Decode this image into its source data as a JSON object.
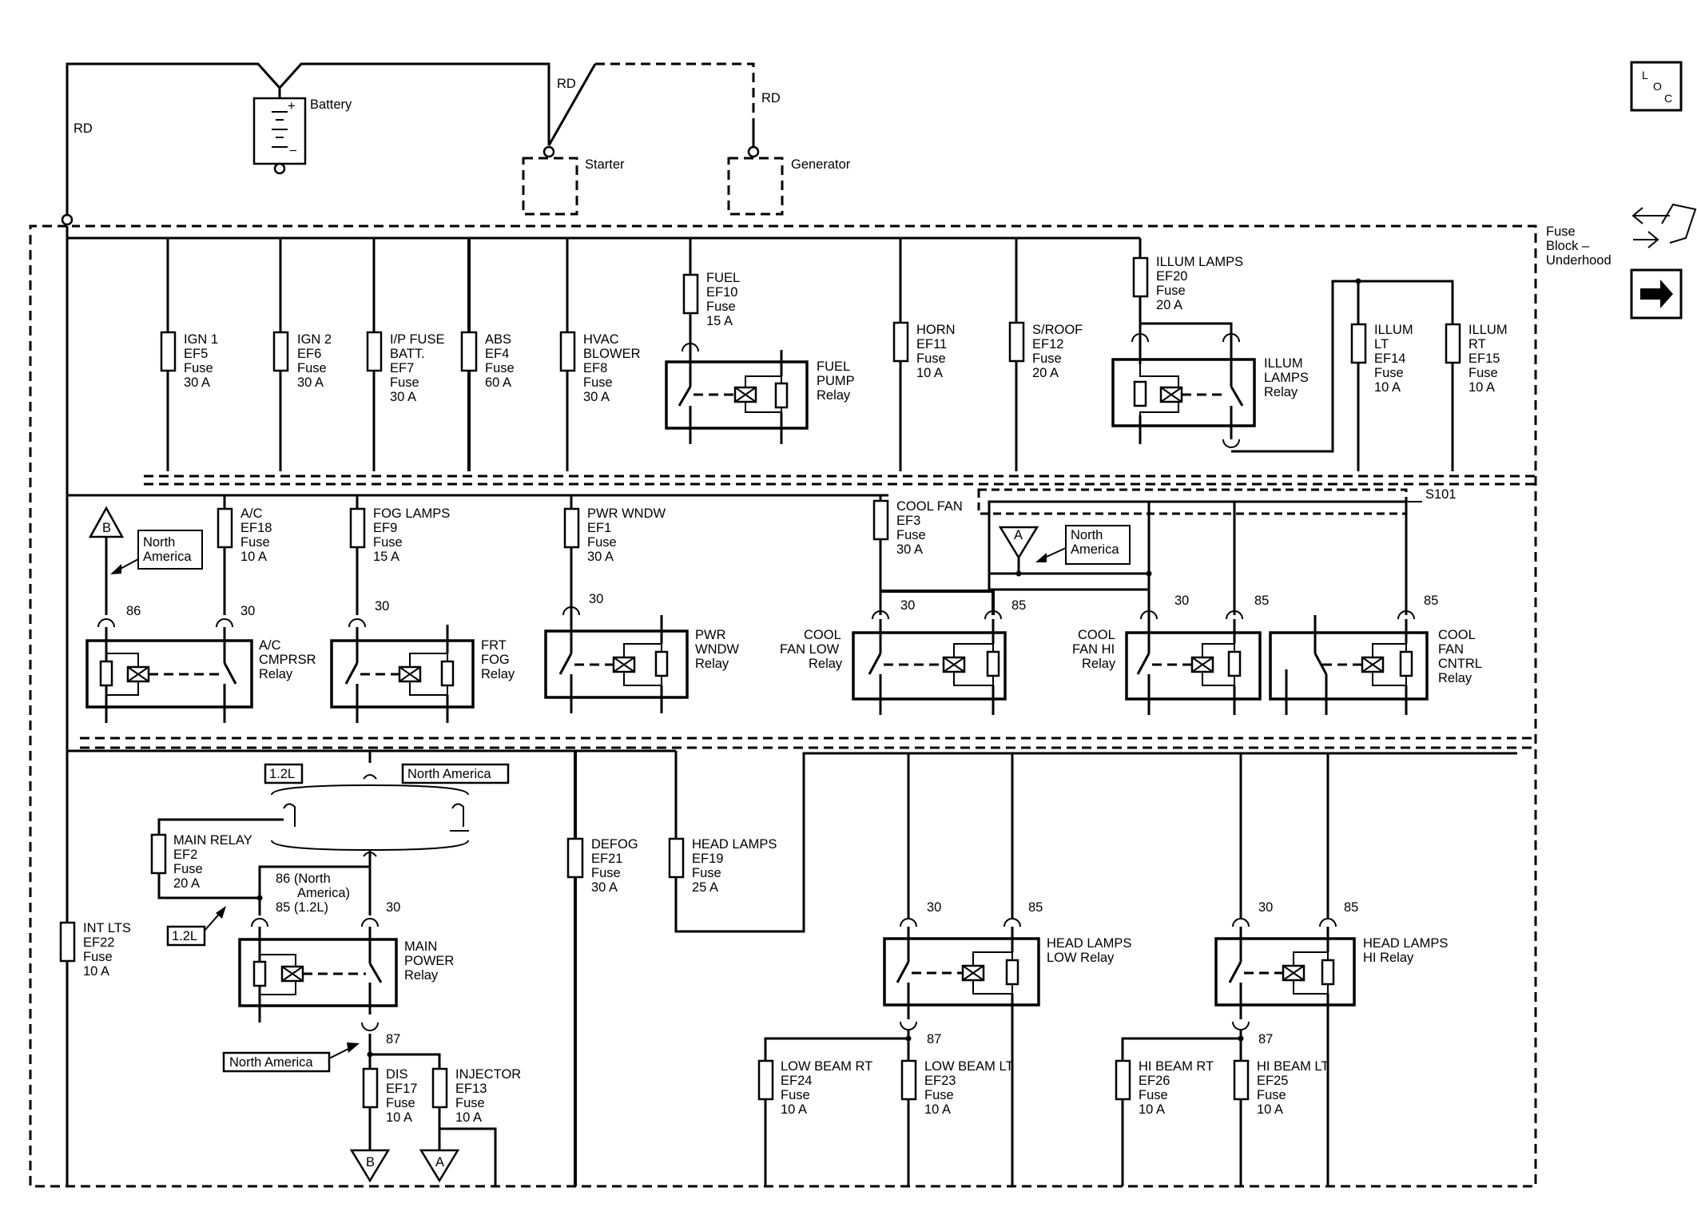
{
  "battery": {
    "label": "Battery",
    "plus": "+",
    "minus": "−"
  },
  "wire_color": "RD",
  "starter": "Starter",
  "generator": "Generator",
  "fuse_block": [
    "Fuse",
    "Block –",
    "Underhood"
  ],
  "loc_icon": {
    "l": "L",
    "o": "O",
    "c": "C"
  },
  "splice": "S101",
  "fuses": {
    "ign1": [
      "IGN 1",
      "EF5",
      "Fuse",
      "30 A"
    ],
    "ign2": [
      "IGN 2",
      "EF6",
      "Fuse",
      "30 A"
    ],
    "ip": [
      "I/P FUSE",
      "BATT.",
      "EF7",
      "Fuse",
      "30 A"
    ],
    "abs": [
      "ABS",
      "EF4",
      "Fuse",
      "60 A"
    ],
    "hvac": [
      "HVAC",
      "BLOWER",
      "EF8",
      "Fuse",
      "30 A"
    ],
    "fuel": [
      "FUEL",
      "EF10",
      "Fuse",
      "15 A"
    ],
    "horn": [
      "HORN",
      "EF11",
      "Fuse",
      "10 A"
    ],
    "sroof": [
      "S/ROOF",
      "EF12",
      "Fuse",
      "20 A"
    ],
    "illum": [
      "ILLUM LAMPS",
      "EF20",
      "Fuse",
      "20 A"
    ],
    "illumlt": [
      "ILLUM",
      "LT",
      "EF14",
      "Fuse",
      "10 A"
    ],
    "illumrt": [
      "ILLUM",
      "RT",
      "EF15",
      "Fuse",
      "10 A"
    ],
    "ac": [
      "A/C",
      "EF18",
      "Fuse",
      "10 A"
    ],
    "fog": [
      "FOG LAMPS",
      "EF9",
      "Fuse",
      "15 A"
    ],
    "pwr": [
      "PWR WNDW",
      "EF1",
      "Fuse",
      "30 A"
    ],
    "cool": [
      "COOL FAN",
      "EF3",
      "Fuse",
      "30 A"
    ],
    "main": [
      "MAIN RELAY",
      "EF2",
      "Fuse",
      "20 A"
    ],
    "intlts": [
      "INT LTS",
      "EF22",
      "Fuse",
      "10 A"
    ],
    "defog": [
      "DEFOG",
      "EF21",
      "Fuse",
      "30 A"
    ],
    "head": [
      "HEAD LAMPS",
      "EF19",
      "Fuse",
      "25 A"
    ],
    "dis": [
      "DIS",
      "EF17",
      "Fuse",
      "10 A"
    ],
    "inj": [
      "INJECTOR",
      "EF13",
      "Fuse",
      "10 A"
    ],
    "lbrt": [
      "LOW BEAM RT",
      "EF24",
      "Fuse",
      "10 A"
    ],
    "lblt": [
      "LOW BEAM LT",
      "EF23",
      "Fuse",
      "10 A"
    ],
    "hbrt": [
      "HI BEAM RT",
      "EF26",
      "Fuse",
      "10 A"
    ],
    "hblt": [
      "HI BEAM LT",
      "EF25",
      "Fuse",
      "10 A"
    ]
  },
  "relays": {
    "fuelpump": [
      "FUEL",
      "PUMP",
      "Relay"
    ],
    "illum": [
      "ILLUM",
      "LAMPS",
      "Relay"
    ],
    "ac": [
      "A/C",
      "CMPRSR",
      "Relay"
    ],
    "frtfog": [
      "FRT",
      "FOG",
      "Relay"
    ],
    "pwr": [
      "PWR",
      "WNDW",
      "Relay"
    ],
    "coollow": [
      "COOL",
      "FAN LOW",
      "Relay"
    ],
    "coolhi": [
      "COOL",
      "FAN HI",
      "Relay"
    ],
    "coolcntrl": [
      "COOL",
      "FAN",
      "CNTRL",
      "Relay"
    ],
    "main": [
      "MAIN",
      "POWER",
      "Relay"
    ],
    "hlow": [
      "HEAD LAMPS",
      "LOW Relay"
    ],
    "hhi": [
      "HEAD LAMPS",
      "HI Relay"
    ]
  },
  "pins": {
    "p30": "30",
    "p85": "85",
    "p86": "86",
    "p87": "87"
  },
  "main_pins": [
    "86 (North",
    "America)",
    "85 (1.2L)"
  ],
  "options": {
    "na": [
      "North",
      "America"
    ],
    "na_long": "North America",
    "l12": "1.2L"
  },
  "connectors": {
    "a": "A",
    "b": "B"
  }
}
